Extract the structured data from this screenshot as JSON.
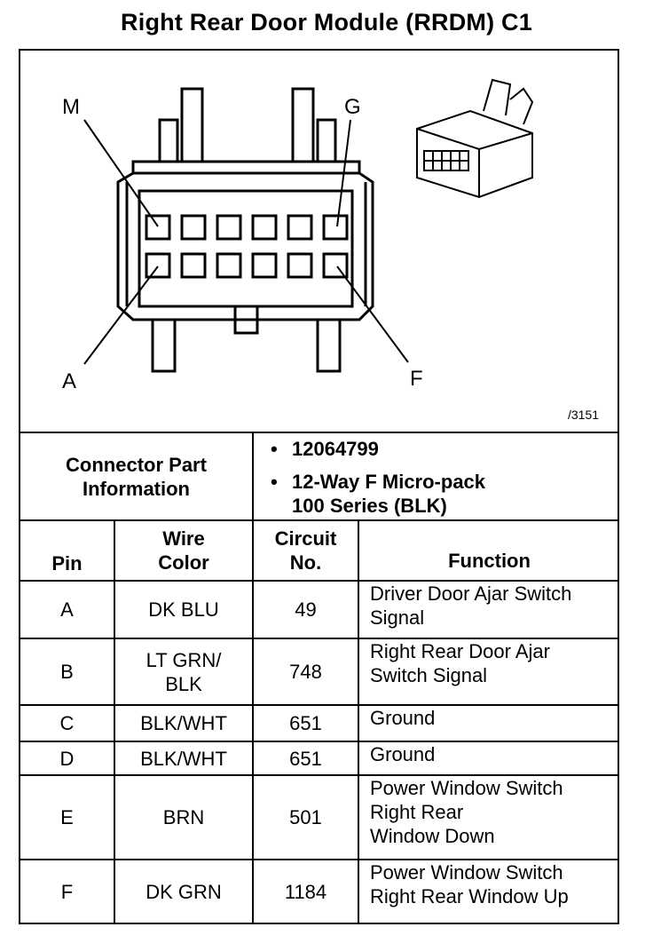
{
  "title": "Right Rear Door Module (RRDM) C1",
  "diagram": {
    "pin_labels": {
      "top_left": "M",
      "top_right": "G",
      "bottom_left": "A",
      "bottom_right": "F"
    },
    "figure_number": "/3151",
    "icon": "connector-illustration"
  },
  "connector_info": {
    "label": "Connector Part Information",
    "part_number": "12064799",
    "description_line1": "12-Way F Micro-pack",
    "description_line2": "100 Series (BLK)"
  },
  "table": {
    "headers": {
      "pin": "Pin",
      "wire_color_1": "Wire",
      "wire_color_2": "Color",
      "circuit_1": "Circuit",
      "circuit_2": "No.",
      "function": "Function"
    },
    "rows": [
      {
        "pin": "A",
        "wire": [
          "DK BLU"
        ],
        "circuit": "49",
        "function": [
          "Driver Door Ajar Switch",
          "Signal"
        ]
      },
      {
        "pin": "B",
        "wire": [
          "LT GRN/",
          "BLK"
        ],
        "circuit": "748",
        "function": [
          "Right Rear Door Ajar",
          "Switch Signal"
        ]
      },
      {
        "pin": "C",
        "wire": [
          "BLK/WHT"
        ],
        "circuit": "651",
        "function": [
          "Ground"
        ]
      },
      {
        "pin": "D",
        "wire": [
          "BLK/WHT"
        ],
        "circuit": "651",
        "function": [
          "Ground"
        ]
      },
      {
        "pin": "E",
        "wire": [
          "BRN"
        ],
        "circuit": "501",
        "function": [
          "Power Window Switch",
          "Right Rear",
          "Window Down"
        ]
      },
      {
        "pin": "F",
        "wire": [
          "DK GRN"
        ],
        "circuit": "1184",
        "function": [
          "Power Window Switch",
          "Right Rear Window Up"
        ]
      }
    ]
  }
}
